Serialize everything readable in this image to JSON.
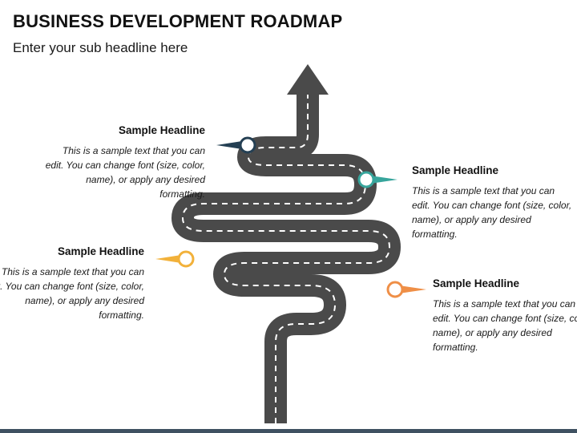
{
  "header": {
    "title": "BUSINESS DEVELOPMENT ROADMAP",
    "subtitle": "Enter your sub headline here"
  },
  "milestones": [
    {
      "headline": "Sample Headline",
      "text": "This is a sample text that you can edit. You can change font (size, color, name), or apply any desired formatting.",
      "color": "#243f53"
    },
    {
      "headline": "Sample Headline",
      "text": "This is a sample text that you can edit. You can change font (size, color, name), or apply any desired formatting.",
      "color": "#37a59c"
    },
    {
      "headline": "Sample Headline",
      "text": "This is a sample text that you can edit. You can change font (size, color, name), or apply any desired formatting.",
      "color": "#f2b13a"
    },
    {
      "headline": "Sample Headline",
      "text": "This is a sample text that you can edit. You can change font (size, color, name), or apply any desired formatting.",
      "color": "#ef8f47"
    }
  ],
  "colors": {
    "road": "#4a4a4a",
    "lane_markings": "#ffffff",
    "bottom_bar": "#3f5161"
  }
}
